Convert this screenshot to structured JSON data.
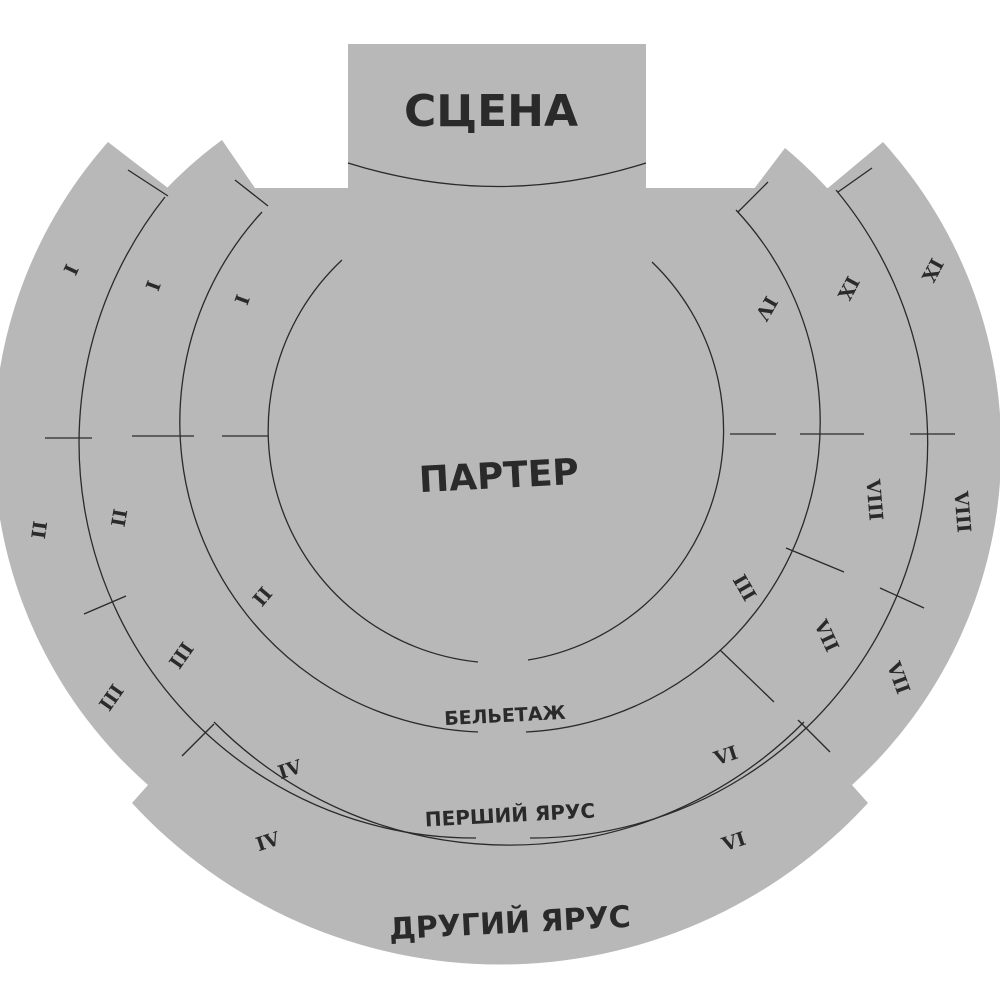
{
  "stage": {
    "label": "СЦЕНА"
  },
  "parter": {
    "label": "ПАРТЕР"
  },
  "beletazh": {
    "label": "БЕЛЬЕТАЖ",
    "boxes": {
      "left_1": "I",
      "left_2": "II",
      "right_3": "III",
      "right_4": "IV"
    }
  },
  "tier1": {
    "label": "ПЕРШИЙ ЯРУС",
    "boxes": {
      "left_1": "I",
      "left_2": "II",
      "left_3": "III",
      "left_4": "IV",
      "right_6": "VI",
      "right_7": "VII",
      "right_8": "VIII",
      "right_9": "IX"
    }
  },
  "tier2": {
    "label": "ДРУГИЙ ЯРУС",
    "boxes": {
      "left_1": "I",
      "left_2": "II",
      "left_3": "III",
      "left_4": "IV",
      "right_6": "VI",
      "right_7": "VII",
      "right_8": "VIII",
      "right_9": "IX"
    }
  },
  "colors": {
    "zone_fill": "#b8b8b8",
    "line": "#2a2a2a",
    "background": "#ffffff"
  }
}
